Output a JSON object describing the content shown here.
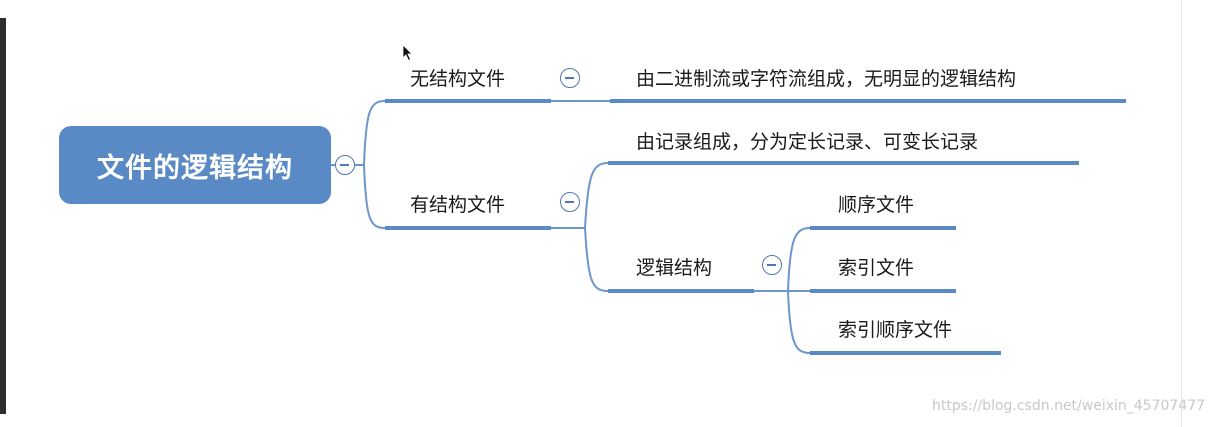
{
  "root": {
    "label": "文件的逻辑结构"
  },
  "nodes": {
    "unstructured": {
      "label": "无结构文件",
      "child": "由二进制流或字符流组成，无明显的逻辑结构"
    },
    "structured": {
      "label": "有结构文件",
      "record": "由记录组成，分为定长记录、可变长记录",
      "logical": {
        "label": "逻辑结构",
        "children": [
          "顺序文件",
          "索引文件",
          "索引顺序文件"
        ]
      }
    }
  },
  "icons": {
    "collapse": "minus-circle-icon",
    "cursor": "mouse-pointer-icon"
  },
  "colors": {
    "root_fill": "#5a8ac6",
    "connector": "#6d96cc",
    "underline": "#5a8ac6"
  },
  "watermark": "https://blog.csdn.net/weixin_45707477"
}
